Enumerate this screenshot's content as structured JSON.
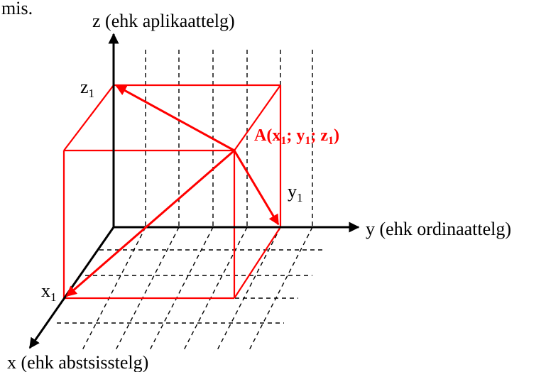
{
  "top_fragment": "mis.",
  "axes": {
    "z": "z (ehk aplikaattelg)",
    "y": "y (ehk ordinaattelg)",
    "x": "x (ehk abstsisstelg)"
  },
  "coord_labels": {
    "z": {
      "base": "z",
      "sub": "1"
    },
    "y": {
      "base": "y",
      "sub": "1"
    },
    "x": {
      "base": "x",
      "sub": "1"
    }
  },
  "point": {
    "parts": [
      "A(x",
      "1",
      "; y",
      "1",
      "; z",
      "1",
      ")"
    ]
  },
  "colors": {
    "vector": "#ff0000",
    "axis": "#000000"
  }
}
